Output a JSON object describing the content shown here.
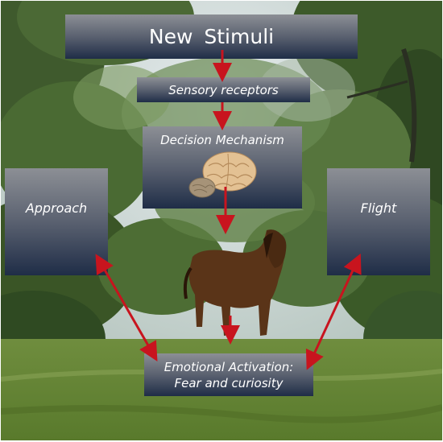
{
  "diagram": {
    "nodes": {
      "new_stimuli": "New  Stimuli",
      "sensory_receptors": "Sensory receptors",
      "decision_mechanism": "Decision Mechanism",
      "approach": "Approach",
      "flight": "Flight",
      "emotional_activation_line1": "Emotional Activation:",
      "emotional_activation_line2": "Fear and curiosity"
    },
    "edges": [
      {
        "from": "new_stimuli",
        "to": "sensory_receptors"
      },
      {
        "from": "sensory_receptors",
        "to": "decision_mechanism"
      },
      {
        "from": "decision_mechanism",
        "to": "horse"
      },
      {
        "from": "horse",
        "to": "emotional_activation"
      },
      {
        "from": "emotional_activation",
        "to": "approach",
        "bidirectional": true
      },
      {
        "from": "emotional_activation",
        "to": "flight",
        "bidirectional": true
      }
    ],
    "colors": {
      "arrow": "#c8141e",
      "box_top": "#8c8f95",
      "box_bottom": "#1f2d47",
      "foliage_dark": "#2f4a24",
      "foliage_light": "#6f8f4c",
      "sky": "#dfe6e8",
      "grass": "#6b8a3a",
      "horse": "#5a3418",
      "brain": "#e3c193"
    }
  }
}
